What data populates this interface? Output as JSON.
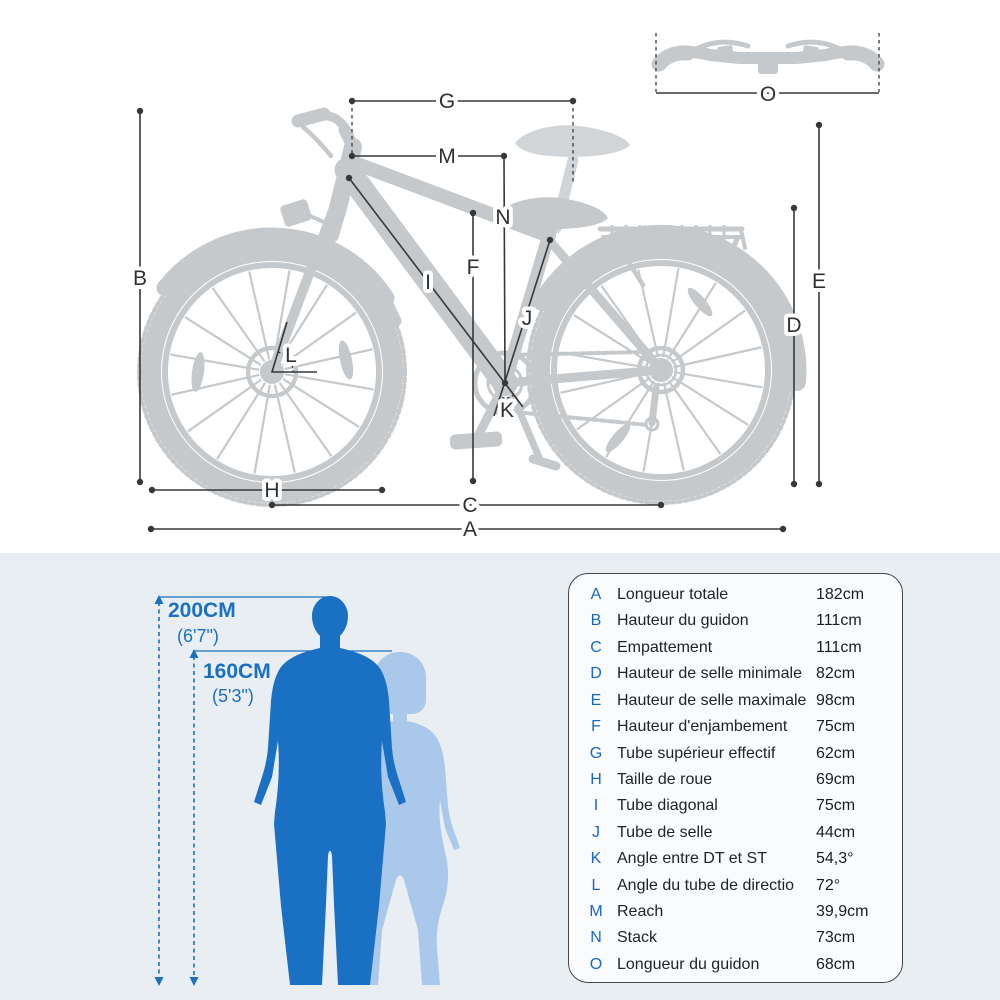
{
  "diagram": {
    "labels": {
      "A": "A",
      "B": "B",
      "C": "C",
      "D": "D",
      "E": "E",
      "F": "F",
      "G": "G",
      "H": "H",
      "I": "I",
      "J": "J",
      "K": "K",
      "L": "L",
      "M": "M",
      "N": "N",
      "O": "O"
    }
  },
  "size_guide": {
    "tall": {
      "cm": "200CM",
      "ft": "(6'7\")"
    },
    "short": {
      "cm": "160CM",
      "ft": "(5'3\")"
    }
  },
  "table": {
    "rows": [
      {
        "letter": "A",
        "label": "Longueur totale",
        "value": "182cm"
      },
      {
        "letter": "B",
        "label": "Hauteur du guidon",
        "value": "111cm"
      },
      {
        "letter": "C",
        "label": "Empattement",
        "value": "111cm"
      },
      {
        "letter": "D",
        "label": "Hauteur de selle minimale",
        "value": "82cm"
      },
      {
        "letter": "E",
        "label": "Hauteur de selle maximale",
        "value": "98cm"
      },
      {
        "letter": "F",
        "label": "Hauteur d'enjambement",
        "value": "75cm"
      },
      {
        "letter": "G",
        "label": "Tube supérieur effectif",
        "value": "62cm"
      },
      {
        "letter": "H",
        "label": "Taille de roue",
        "value": "69cm"
      },
      {
        "letter": "I",
        "label": "Tube diagonal",
        "value": "75cm"
      },
      {
        "letter": "J",
        "label": "Tube de selle",
        "value": "44cm"
      },
      {
        "letter": "K",
        "label": "Angle entre DT et ST",
        "value": "54,3°"
      },
      {
        "letter": "L",
        "label": "Angle du tube de directio",
        "value": "72°"
      },
      {
        "letter": "M",
        "label": "Reach",
        "value": "39,9cm"
      },
      {
        "letter": "N",
        "label": "Stack",
        "value": "73cm"
      },
      {
        "letter": "O",
        "label": "Longueur du guidon",
        "value": "68cm"
      }
    ]
  },
  "colors": {
    "accent_blue": "#1a70c2",
    "female_blue": "#a9c8ea",
    "table_letter_blue": "#1668c4",
    "bike_gray": "#c6c9cb",
    "panel_background": "#e9eef3",
    "dimension_line": "#35383a"
  }
}
